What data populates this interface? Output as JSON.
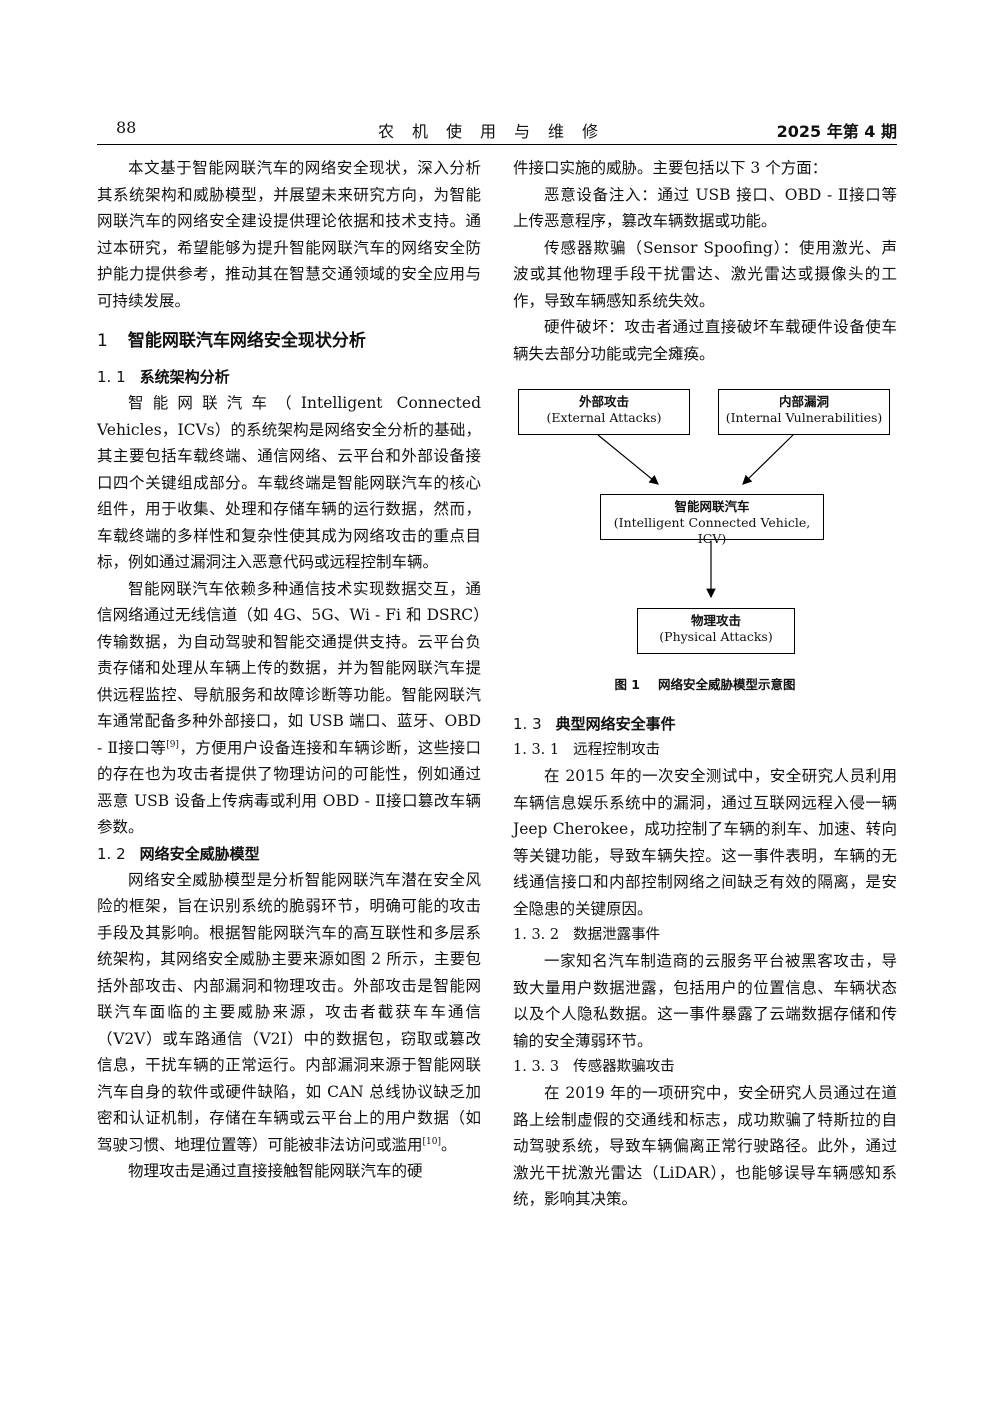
{
  "header": {
    "page_number": "88",
    "journal_title": "农机使用与维修",
    "issue": "2025 年第 4 期"
  },
  "left_column": {
    "intro_para": "本文基于智能网联汽车的网络安全现状，深入分析其系统架构和威胁模型，并展望未来研究方向，为智能网联汽车的网络安全建设提供理论依据和技术支持。通过本研究，希望能够为提升智能网联汽车的网络安全防护能力提供参考，推动其在智慧交通领域的安全应用与可持续发展。",
    "section1": {
      "number": "1",
      "title": "智能网联汽车网络安全现状分析"
    },
    "section1_1": {
      "number": "1. 1",
      "title": "系统架构分析"
    },
    "para_1_1_a": "智能网联汽车（Intelligent Connected Vehicles，ICVs）的系统架构是网络安全分析的基础，其主要包括车载终端、通信网络、云平台和外部设备接口四个关键组成部分。车载终端是智能网联汽车的核心组件，用于收集、处理和存储车辆的运行数据，然而，车载终端的多样性和复杂性使其成为网络攻击的重点目标，例如通过漏洞注入恶意代码或远程控制车辆。",
    "para_1_1_b_pre": "智能网联汽车依赖多种通信技术实现数据交互，通信网络通过无线信道（如 4G、5G、Wi - Fi 和 DSRC）传输数据，为自动驾驶和智能交通提供支持。云平台负责存储和处理从车辆上传的数据，并为智能网联汽车提供远程监控、导航服务和故障诊断等功能。智能网联汽车通常配备多种外部接口，如 USB 端口、蓝牙、OBD - Ⅱ接口等",
    "para_1_1_b_ref": "[9]",
    "para_1_1_b_post": "，方便用户设备连接和车辆诊断，这些接口的存在也为攻击者提供了物理访问的可能性，例如通过恶意 USB 设备上传病毒或利用 OBD - Ⅱ接口篡改车辆参数。",
    "section1_2": {
      "number": "1. 2",
      "title": "网络安全威胁模型"
    },
    "para_1_2_a_pre": "网络安全威胁模型是分析智能网联汽车潜在安全风险的框架，旨在识别系统的脆弱环节，明确可能的攻击手段及其影响。根据智能网联汽车的高互联性和多层系统架构，其网络安全威胁主要来源如图 2 所示，主要包括外部攻击、内部漏洞和物理攻击。外部攻击是智能网联汽车面临的主要威胁来源，攻击者截获车车通信（V2V）或车路通信（V2I）中的数据包，窃取或篡改信息，干扰车辆的正常运行。内部漏洞来源于智能网联汽车自身的软件或硬件缺陷，如 CAN 总线协议缺乏加密和认证机制，存储在车辆或云平台上的用户数据（如驾驶习惯、地理位置等）可能被非法访问或滥用",
    "para_1_2_a_ref": "[10]",
    "para_1_2_a_post": "。",
    "para_1_2_b": "物理攻击是通过直接接触智能网联汽车的硬"
  },
  "right_column": {
    "para_cont": "件接口实施的威胁。主要包括以下 3 个方面：",
    "para_malicious": "恶意设备注入：通过 USB 接口、OBD - Ⅱ接口等上传恶意程序，篡改车辆数据或功能。",
    "para_sensor": "传感器欺骗（Sensor Spoofing）：使用激光、声波或其他物理手段干扰雷达、激光雷达或摄像头的工作，导致车辆感知系统失效。",
    "para_hardware": "硬件破坏：攻击者通过直接破坏车载硬件设备使车辆失去部分功能或完全瘫痪。",
    "figure": {
      "box_external_zh": "外部攻击",
      "box_external_en": "(External Attacks)",
      "box_internal_zh": "内部漏洞",
      "box_internal_en": "(Internal Vulnerabilities)",
      "box_icv_zh": "智能网联汽车",
      "box_icv_en": "(Intelligent Connected Vehicle, ICV)",
      "box_physical_zh": "物理攻击",
      "box_physical_en": "(Physical Attacks)",
      "caption_number": "图 1",
      "caption_text": "网络安全威胁模型示意图"
    },
    "section1_3": {
      "number": "1. 3",
      "title": "典型网络安全事件"
    },
    "section1_3_1": {
      "number": "1. 3. 1",
      "title": "远程控制攻击"
    },
    "para_1_3_1": "在 2015 年的一次安全测试中，安全研究人员利用车辆信息娱乐系统中的漏洞，通过互联网远程入侵一辆 Jeep Cherokee，成功控制了车辆的刹车、加速、转向等关键功能，导致车辆失控。这一事件表明，车辆的无线通信接口和内部控制网络之间缺乏有效的隔离，是安全隐患的关键原因。",
    "section1_3_2": {
      "number": "1. 3. 2",
      "title": "数据泄露事件"
    },
    "para_1_3_2": "一家知名汽车制造商的云服务平台被黑客攻击，导致大量用户数据泄露，包括用户的位置信息、车辆状态以及个人隐私数据。这一事件暴露了云端数据存储和传输的安全薄弱环节。",
    "section1_3_3": {
      "number": "1. 3. 3",
      "title": "传感器欺骗攻击"
    },
    "para_1_3_3": "在 2019 年的一项研究中，安全研究人员通过在道路上绘制虚假的交通线和标志，成功欺骗了特斯拉的自动驾驶系统，导致车辆偏离正常行驶路径。此外，通过激光干扰激光雷达（LiDAR），也能够误导车辆感知系统，影响其决策。"
  }
}
